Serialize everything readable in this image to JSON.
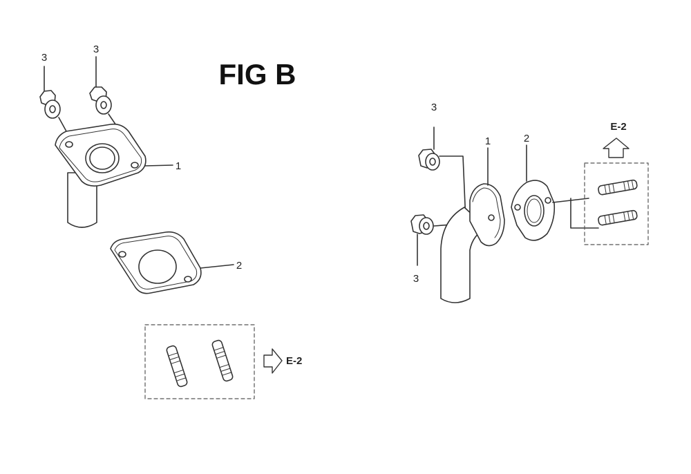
{
  "figure": {
    "title": "FIG B",
    "colors": {
      "line": "#333333",
      "box_dash": "#555555",
      "fill": "#ffffff"
    }
  },
  "left_assembly": {
    "callouts": [
      "3",
      "3",
      "1",
      "2"
    ],
    "reference": {
      "label": "E-2",
      "arrow": "arrow-right-icon"
    }
  },
  "right_assembly": {
    "callouts": [
      "3",
      "1",
      "2",
      "3"
    ],
    "reference": {
      "label": "E-2",
      "arrow": "arrow-up-icon"
    }
  }
}
